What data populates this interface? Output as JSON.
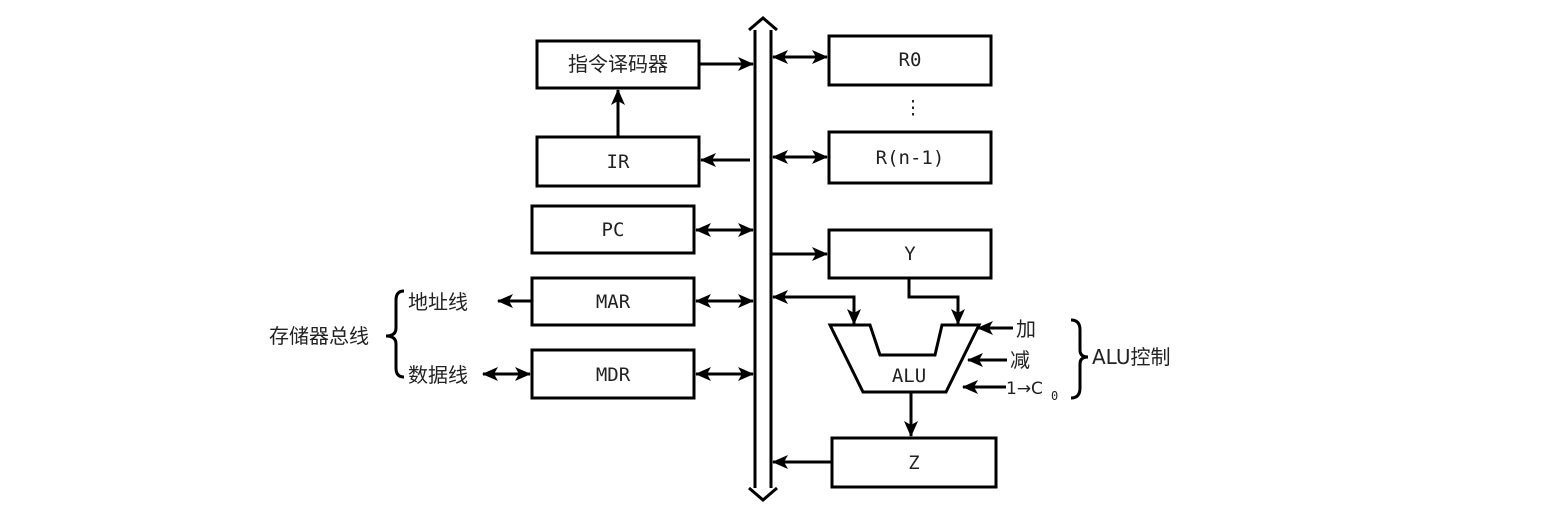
{
  "diagram": {
    "title": "CPU single-bus datapath",
    "registers": {
      "decoder": "指令译码器",
      "ir": "IR",
      "pc": "PC",
      "mar": "MAR",
      "mdr": "MDR",
      "r0": "R0",
      "rn1": "R(n-1)",
      "y": "Y",
      "alu": "ALU",
      "z": "Z"
    },
    "ellipsis": "⋮",
    "memory_bus": {
      "label": "存储器总线",
      "address_line": "地址线",
      "data_line": "数据线"
    },
    "alu_control": {
      "label": "ALU控制",
      "add": "加",
      "subtract": "减",
      "carry_in": "1→C",
      "carry_sub": "0"
    }
  }
}
